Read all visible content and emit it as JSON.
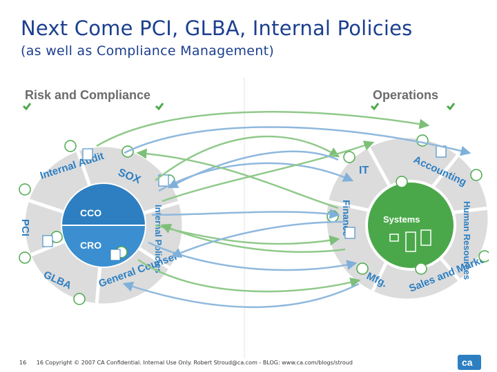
{
  "slide": {
    "title": "Next Come PCI, GLBA, Internal Policies",
    "subtitle": "(as well as Compliance Management)"
  },
  "diagram": {
    "left_header": "Risk and Compliance",
    "right_header": "Operations",
    "left_segments": [
      "Internal Audit",
      "SOX",
      "PCI",
      "GLBA",
      "General Counsel",
      "Internal Policies"
    ],
    "left_core": [
      "CCO",
      "CRO"
    ],
    "right_segments": [
      "IT",
      "Accounting",
      "Finance",
      "Human Resources",
      "Mfg.",
      "Sales and Marketing"
    ],
    "right_core": "Systems"
  },
  "footer": {
    "page_number": "16",
    "text": "16 Copyright © 2007 CA Confidential. Internal Use Only. Robert Stroud@ca.com - BLOG: www.ca.com/blogs/stroud"
  },
  "logo": {
    "text": "ca"
  },
  "colors": {
    "title": "#1b3f8f",
    "ring_gray": "#dcdcdc",
    "core_blue": "#2d7fc1",
    "core_green": "#4aa84a",
    "line_green": "#8fc98a",
    "line_blue": "#8fb8dd"
  }
}
